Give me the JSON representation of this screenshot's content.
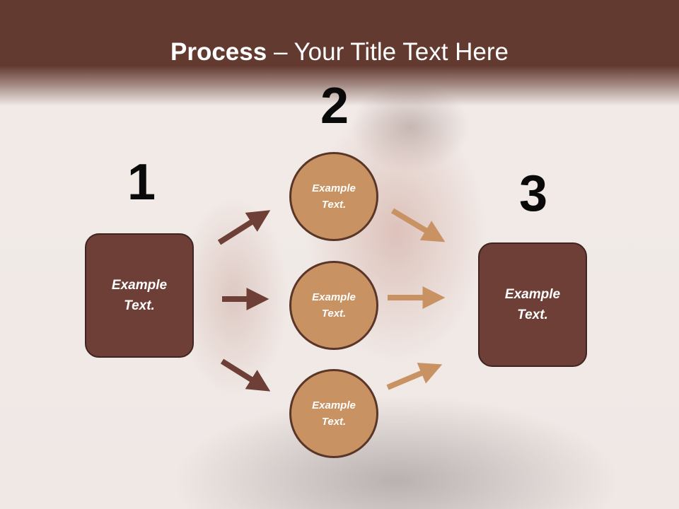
{
  "title": {
    "bold": "Process",
    "rest": " – Your Title Text Here"
  },
  "steps": [
    {
      "number": "1"
    },
    {
      "number": "2"
    },
    {
      "number": "3"
    }
  ],
  "left_box": {
    "text": "Example Text."
  },
  "circles": [
    {
      "text": "Example Text."
    },
    {
      "text": "Example Text."
    },
    {
      "text": "Example Text."
    }
  ],
  "right_box": {
    "text": "Example Text."
  },
  "colors": {
    "header": "#633a30",
    "box": "#6e3f36",
    "circle": "#c99263",
    "arrow_dark": "#6e3f36",
    "arrow_light": "#c99263"
  }
}
